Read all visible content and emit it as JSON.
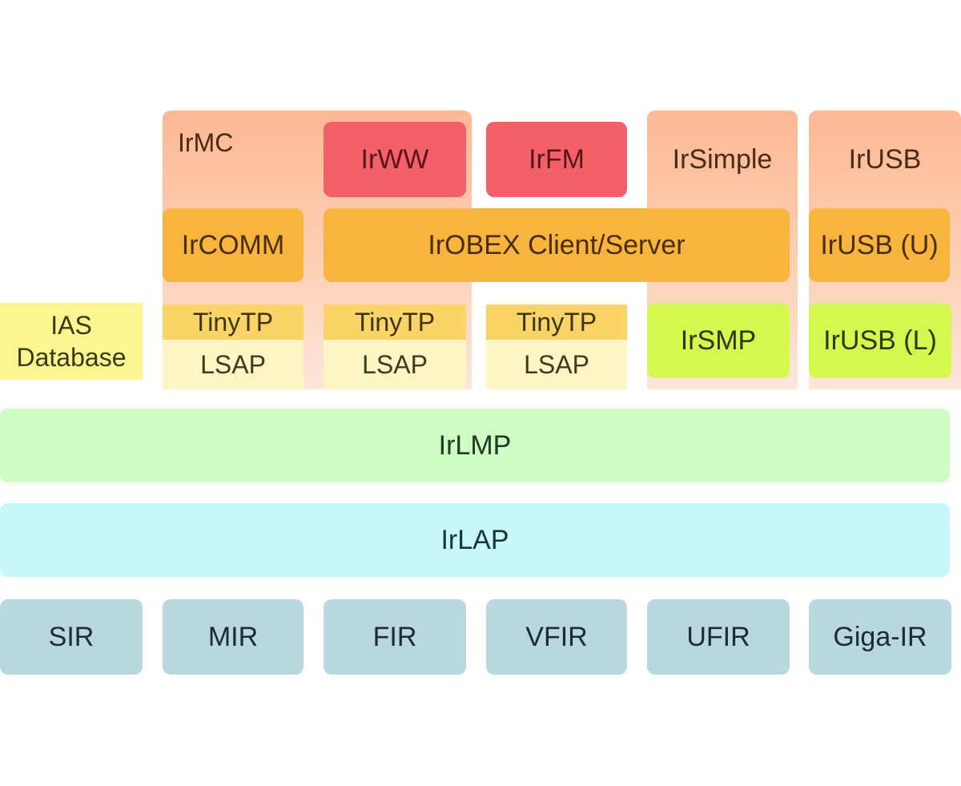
{
  "diagram": {
    "title": "IrDA protocol stack",
    "colors": {
      "application_bg": "#fdb894",
      "red_app": "#f4606a",
      "session": "#f8b43c",
      "tinytp": "#fbd468",
      "lsap": "#fdf5c4",
      "ias": "#fbf690",
      "lime": "#d4f84e",
      "irlmp": "#cffbc4",
      "irlap": "#c6f8fa",
      "physical": "#b8d8de"
    },
    "application_layer": {
      "irmc": "IrMC",
      "irww": "IrWW",
      "irfm": "IrFM",
      "irsimple": "IrSimple",
      "irusb": "IrUSB"
    },
    "session_layer": {
      "ircomm": "IrCOMM",
      "irobex": "IrOBEX Client/Server",
      "irusb_u": "IrUSB (U)"
    },
    "transport_layer": {
      "ias_line1": "IAS",
      "ias_line2": "Database",
      "tinytp": [
        "TinyTP",
        "TinyTP",
        "TinyTP"
      ],
      "lsap": [
        "LSAP",
        "LSAP",
        "LSAP"
      ],
      "irsmp": "IrSMP",
      "irusb_l": "IrUSB (L)"
    },
    "irlmp": "IrLMP",
    "irlap": "IrLAP",
    "physical_layer": [
      "SIR",
      "MIR",
      "FIR",
      "VFIR",
      "UFIR",
      "Giga-IR"
    ]
  }
}
